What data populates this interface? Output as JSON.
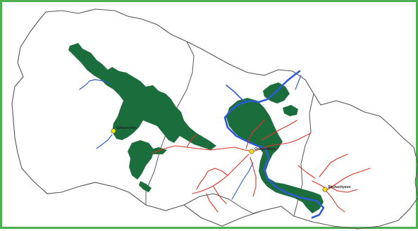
{
  "map": {
    "colors": {
      "frame": "#4caf50",
      "boundary": "#555555",
      "forest": "#1b6e3c",
      "river": "#2f5bd3",
      "road": "#e0322a",
      "settlement": "#f2e300"
    },
    "settlements": [
      {
        "id": "west",
        "label": "Ozharovsky"
      },
      {
        "id": "center",
        "label": "Ostrovskoye"
      },
      {
        "id": "east",
        "label": "Shchuchyevo"
      }
    ]
  }
}
